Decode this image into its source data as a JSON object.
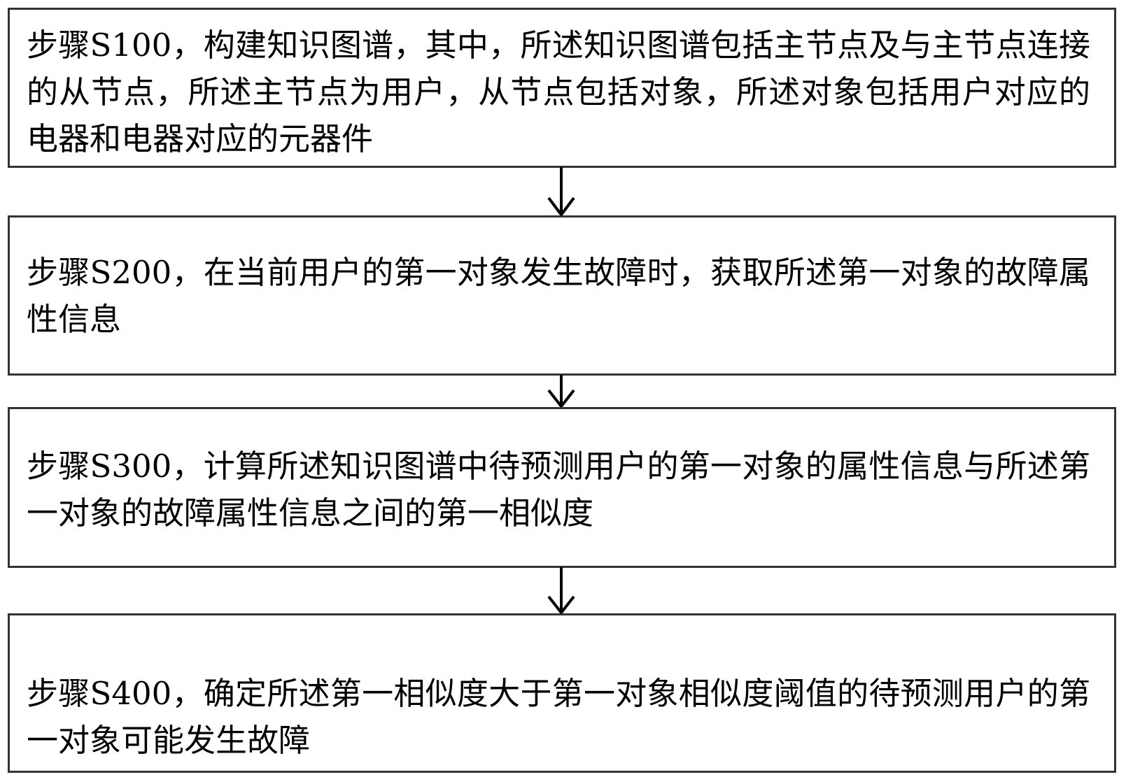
{
  "diagram": {
    "type": "flowchart",
    "orientation": "vertical",
    "background_color": "#ffffff",
    "border_color": "#333333",
    "text_color": "#000000",
    "steps": [
      {
        "id": "S100",
        "label": "步骤S100",
        "text": "步骤S100，构建知识图谱，其中，所述知识图谱包括主节点及与主节点连接的从节点，所述主节点为用户，从节点包括对象，所述对象包括用户对应的电器和电器对应的元器件"
      },
      {
        "id": "S200",
        "label": "步骤S200",
        "text": "步骤S200，在当前用户的第一对象发生故障时，获取所述第一对象的故障属性信息"
      },
      {
        "id": "S300",
        "label": "步骤S300",
        "text": "步骤S300，计算所述知识图谱中待预测用户的第一对象的属性信息与所述第一对象的故障属性信息之间的第一相似度"
      },
      {
        "id": "S400",
        "label": "步骤S400",
        "text": "步骤S400，确定所述第一相似度大于第一对象相似度阈值的待预测用户的第一对象可能发生故障"
      }
    ],
    "connectors": [
      {
        "id": "arrow-s100-s200",
        "icon": "arrow-down-icon",
        "from": "S100",
        "to": "S200"
      },
      {
        "id": "arrow-s200-s300",
        "icon": "arrow-down-icon",
        "from": "S200",
        "to": "S300"
      },
      {
        "id": "arrow-s300-s400",
        "icon": "arrow-down-icon",
        "from": "S300",
        "to": "S400"
      }
    ]
  }
}
